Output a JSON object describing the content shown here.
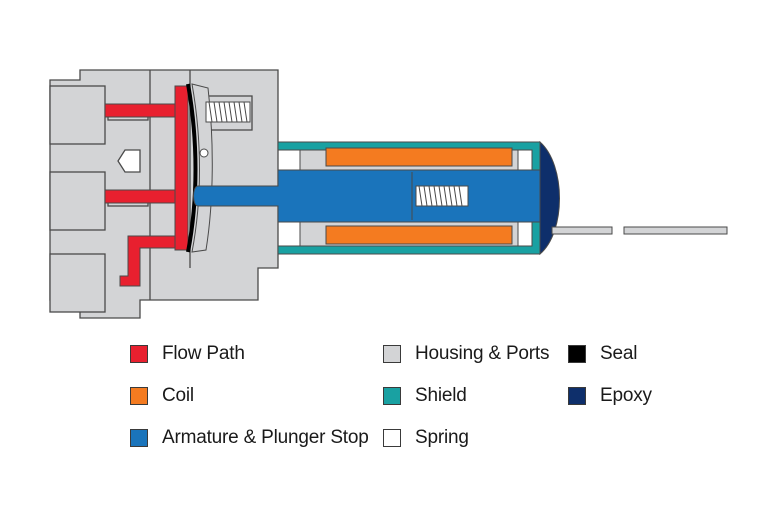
{
  "colors": {
    "flow_path": "#e8202f",
    "coil": "#f47b20",
    "armature": "#1a74bb",
    "housing": "#d3d4d6",
    "shield": "#19a1a2",
    "spring": "#ffffff",
    "seal": "#000000",
    "epoxy": "#0e2f6b",
    "outline": "#4a4a4a"
  },
  "legend": [
    {
      "key": "flow_path",
      "label": "Flow Path",
      "color": "#e8202f"
    },
    {
      "key": "coil",
      "label": "Coil",
      "color": "#f47b20"
    },
    {
      "key": "armature",
      "label": "Armature & Plunger Stop",
      "color": "#1a74bb"
    },
    {
      "key": "housing",
      "label": "Housing & Ports",
      "color": "#d3d4d6"
    },
    {
      "key": "shield",
      "label": "Shield",
      "color": "#19a1a2"
    },
    {
      "key": "spring",
      "label": "Spring",
      "color": "#ffffff"
    },
    {
      "key": "seal",
      "label": "Seal",
      "color": "#000000"
    },
    {
      "key": "epoxy",
      "label": "Epoxy",
      "color": "#0e2f6b"
    }
  ]
}
